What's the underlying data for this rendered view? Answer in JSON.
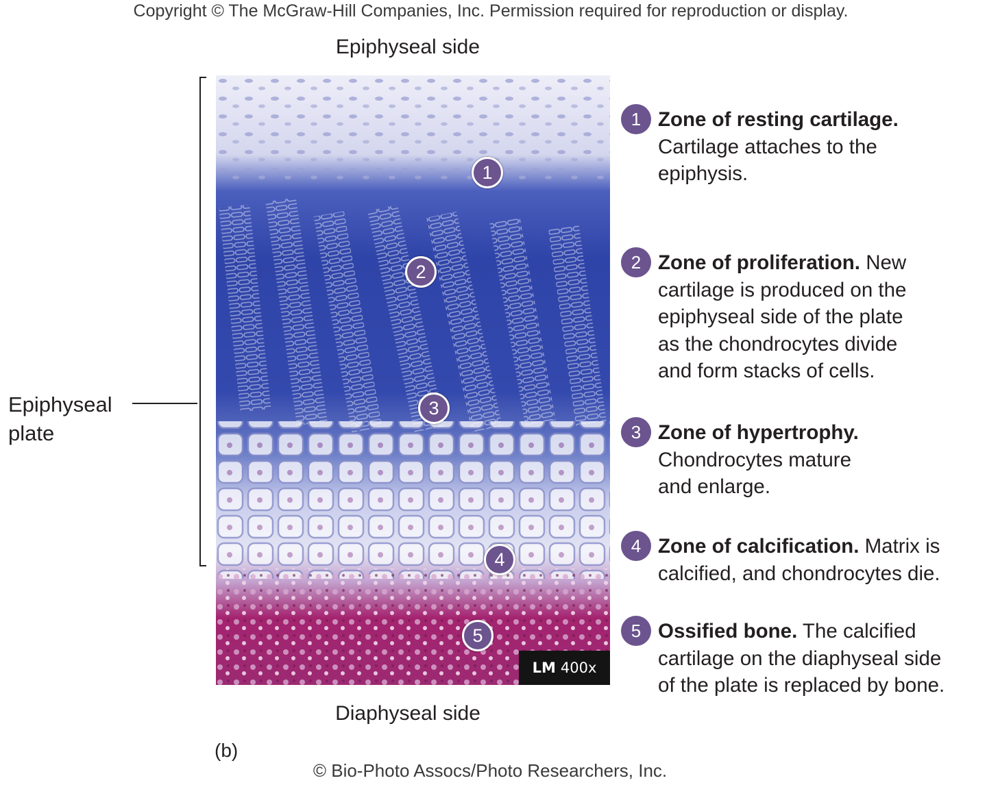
{
  "header": {
    "copyright": "Copyright © The McGraw-Hill Companies, Inc. Permission required for reproduction or display."
  },
  "figure": {
    "top_label": "Epiphyseal side",
    "bottom_label": "Diaphyseal side",
    "plate_label_line1": "Epiphyseal",
    "plate_label_line2": "plate",
    "part_label": "(b)",
    "credit": "© Bio-Photo Assocs/Photo Researchers, Inc.",
    "magnification": {
      "prefix": "LM",
      "value": "400x"
    }
  },
  "markers": [
    "1",
    "2",
    "3",
    "4",
    "5"
  ],
  "zones": [
    {
      "number": "1",
      "title": "Zone of resting cartilage.",
      "lines": [
        "",
        "Cartilage attaches to the",
        "epiphysis."
      ]
    },
    {
      "number": "2",
      "title": "Zone of proliferation.",
      "lines": [
        " New",
        "cartilage is produced on the",
        "epiphyseal side of the plate",
        "as the chondrocytes divide",
        "and form stacks of cells."
      ]
    },
    {
      "number": "3",
      "title": "Zone of hypertrophy.",
      "lines": [
        "",
        "Chondrocytes mature",
        "and enlarge."
      ]
    },
    {
      "number": "4",
      "title": "Zone of calcification.",
      "lines": [
        " Matrix is",
        "calcified, and chondrocytes die."
      ]
    },
    {
      "number": "5",
      "title": "Ossified bone.",
      "lines": [
        " The calcified",
        "cartilage on the diaphyseal side",
        "of the plate is replaced by bone."
      ]
    }
  ],
  "colors": {
    "marker": "#6c548f",
    "stain_blue": "#2f44a8",
    "stain_magenta": "#a4236f",
    "badge": "#141414"
  }
}
